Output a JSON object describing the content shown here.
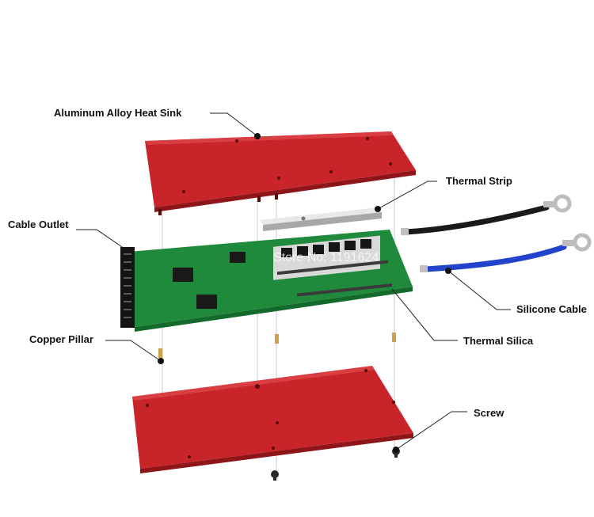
{
  "labels": {
    "heat_sink": "Aluminum Alloy Heat Sink",
    "thermal_strip": "Thermal Strip",
    "cable_outlet": "Cable Outlet",
    "silicone_cable": "Silicone Cable",
    "copper_pillar": "Copper Pillar",
    "thermal_silica": "Thermal Silica",
    "screw": "Screw"
  },
  "watermark": "Store No: 1191624",
  "colors": {
    "sink": "#c8242a",
    "sink_light": "#e04a4e",
    "sink_dark": "#8e1518",
    "pcb": "#1f8a3c",
    "pcb_dark": "#136a2b",
    "cable_black": "#1a1a1a",
    "cable_blue": "#2244cc",
    "strip": "#cfcfcf"
  }
}
